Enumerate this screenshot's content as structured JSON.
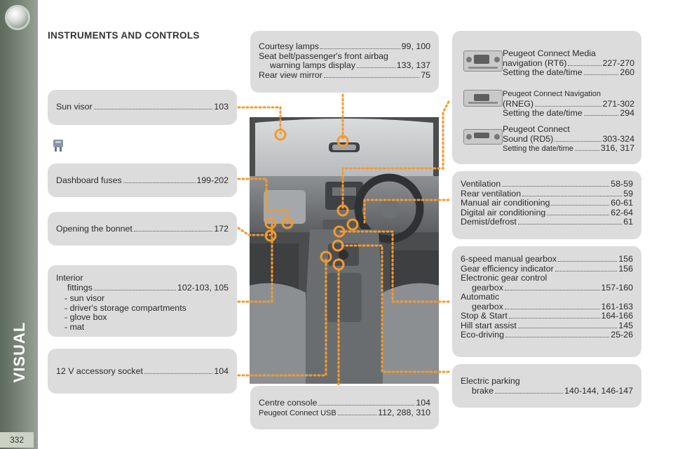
{
  "sidebar": {
    "title": "VISUAL SEARCH",
    "page_number": "332"
  },
  "page": {
    "title": "INSTRUMENTS AND CONTROLS"
  },
  "left": {
    "sun_visor": {
      "label": "Sun visor",
      "pages": "103"
    },
    "fuses": {
      "label": "Dashboard fuses",
      "pages": "199-202"
    },
    "bonnet": {
      "label": "Opening the bonnet",
      "pages": "172"
    },
    "interior": {
      "label": "Interior",
      "label2": "fittings",
      "pages": "102-103, 105",
      "items": [
        "sun visor",
        "driver's storage compartments",
        "glove box",
        "mat"
      ]
    },
    "socket": {
      "label": "12 V accessory socket",
      "pages": "104"
    }
  },
  "center": {
    "top": {
      "lamps": {
        "label": "Courtesy lamps",
        "pages": "99, 100"
      },
      "airbag": {
        "label": "Seat belt/passenger's front airbag",
        "label2": "warning lamps display",
        "pages": "133, 137"
      },
      "mirror": {
        "label": "Rear view mirror",
        "pages": "75"
      }
    },
    "bottom": {
      "console": {
        "label": "Centre console",
        "pages": "104"
      },
      "usb": {
        "label": "Peugeot Connect USB",
        "pages": "112, 288, 310"
      }
    }
  },
  "right": {
    "media": {
      "rt6": {
        "l1": "Peugeot Connect Media",
        "l2": "navigation (RT6)",
        "p2": "227-270",
        "l3": "Setting the date/time",
        "p3": "260"
      },
      "rneg": {
        "l1": "Peugeot Connect Navigation",
        "l2": "(RNEG)",
        "p2": "271-302",
        "l3": "Setting the date/time",
        "p3": "294"
      },
      "rd5": {
        "l1": "Peugeot Connect",
        "l2": "Sound (RD5)",
        "p2": "303-324",
        "l3": "Setting the date/time",
        "p3": "316, 317"
      }
    },
    "ventilation": [
      {
        "label": "Ventilation",
        "pages": "58-59"
      },
      {
        "label": "Rear ventilation",
        "pages": "59"
      },
      {
        "label": "Manual air conditioning",
        "pages": "60-61"
      },
      {
        "label": "Digital air conditioning",
        "pages": "62-64"
      },
      {
        "label": "Demist/defrost",
        "pages": "61"
      }
    ],
    "gearbox": {
      "six_speed": {
        "label": "6-speed manual gearbox",
        "pages": "156"
      },
      "indicator": {
        "label": "Gear efficiency indicator",
        "pages": "156"
      },
      "electronic": {
        "label": "Electronic gear control",
        "label2": "gearbox",
        "pages": "157-160"
      },
      "automatic": {
        "label": "Automatic",
        "label2": "gearbox",
        "pages": "161-163"
      },
      "stop_start": {
        "label": "Stop & Start",
        "pages": "164-166"
      },
      "hill": {
        "label": "Hill start assist",
        "pages": "145"
      },
      "eco": {
        "label": "Eco-driving",
        "pages": "25-26"
      }
    },
    "parking": {
      "label": "Electric parking",
      "label2": "brake",
      "pages": "140-144, 146-147"
    }
  },
  "colors": {
    "sidebar": "#7b877b",
    "box": "#dcdcdc",
    "marker": "#f39a2e",
    "page_tab": "#ccd3c5"
  },
  "icons": {
    "fuse": "fuse-icon",
    "logo": "round-logo-icon"
  }
}
